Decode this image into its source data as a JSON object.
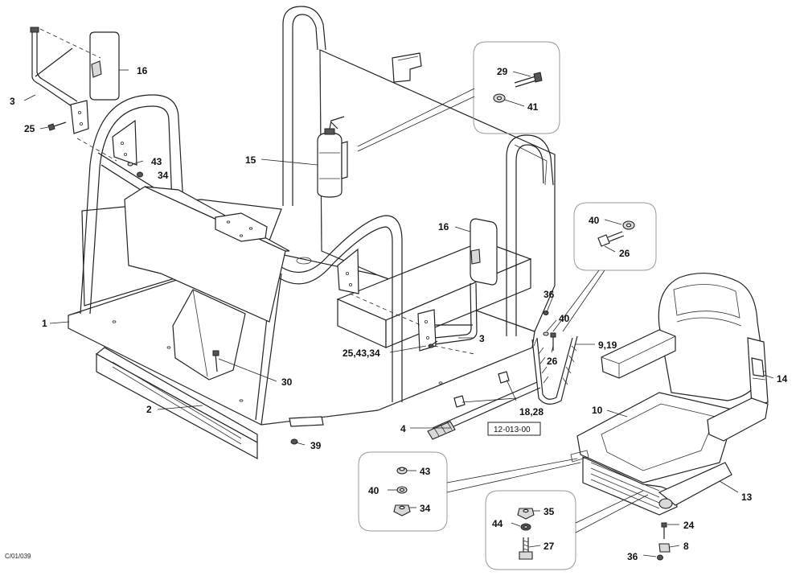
{
  "drawing_code": "C/01/039",
  "reference_box": "12-013-00",
  "callouts": {
    "c1": "1",
    "c2": "2",
    "c3a": "3",
    "c3b": "3",
    "c4": "4",
    "c8": "8",
    "c919": "9,19",
    "c10": "10",
    "c13": "13",
    "c14": "14",
    "c15": "15",
    "c16a": "16",
    "c16b": "16",
    "c1828": "18,28",
    "c24": "24",
    "c25": "25",
    "c254334": "25,43,34",
    "c26a": "26",
    "c26b": "26",
    "c27": "27",
    "c29": "29",
    "c30": "30",
    "c34a": "34",
    "c34b": "34",
    "c35": "35",
    "c36a": "36",
    "c36b": "36",
    "c39": "39",
    "c40a": "40",
    "c40b": "40",
    "c40c": "40",
    "c41": "41",
    "c43a": "43",
    "c43b": "43",
    "c44": "44"
  }
}
